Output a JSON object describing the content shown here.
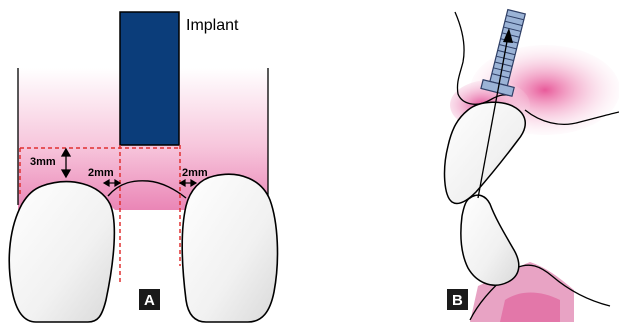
{
  "panel_a": {
    "implant_label": "Implant",
    "vertical_distance_label": "3mm",
    "left_gap_label": "2mm",
    "right_gap_label": "2mm",
    "panel_letter": "A"
  },
  "panel_b": {
    "panel_letter": "B"
  },
  "colors": {
    "implant": "#0b3d7a",
    "gingiva": "#e85a9a",
    "guide_lines": "#e03030",
    "screw": "#9bb3d6"
  }
}
